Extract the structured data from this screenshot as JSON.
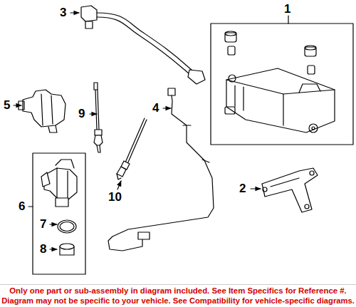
{
  "diagram": {
    "labels": [
      "1",
      "2",
      "3",
      "4",
      "5",
      "6",
      "7",
      "8",
      "9",
      "10",
      "Only one part or sub-assembly in diagram included. See Item Specifics for Reference #.",
      "Diagram may not be specific to your vehicle. See Compatibility for vehicle-specific diagrams."
    ]
  }
}
